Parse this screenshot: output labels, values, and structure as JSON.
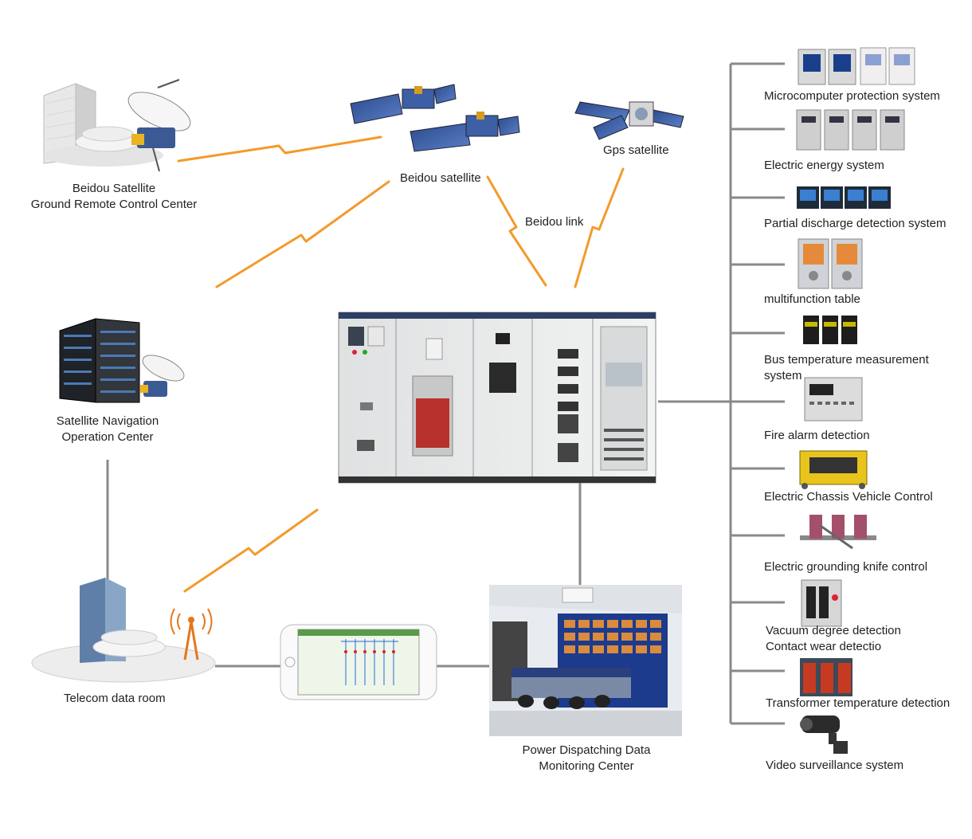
{
  "nodes": {
    "ground_center": {
      "line1": "Beidou Satellite",
      "line2": "Ground Remote Control Center"
    },
    "nav_center": {
      "line1": "Satellite Navigation",
      "line2": "Operation Center"
    },
    "telecom": {
      "label": "Telecom data room"
    },
    "beidou_satellite": {
      "label": "Beidou satellite"
    },
    "gps_satellite": {
      "label": "Gps satellite"
    },
    "beidou_link": {
      "label": "Beidou link"
    },
    "dispatch": {
      "line1": "Power Dispatching Data",
      "line2": "Monitoring Center"
    }
  },
  "systems": [
    {
      "label": "Microcomputer protection system",
      "icon": "protection-relay-icon"
    },
    {
      "label": "Electric energy system",
      "icon": "energy-meter-icon"
    },
    {
      "label": "Partial discharge detection system",
      "icon": "discharge-detector-icon"
    },
    {
      "label": "multifunction table",
      "icon": "multifunction-meter-icon"
    },
    {
      "label": "Bus temperature measurement",
      "label2": "system",
      "icon": "temperature-sensor-icon"
    },
    {
      "label": "Fire alarm detection",
      "icon": "fire-alarm-panel-icon"
    },
    {
      "label": "Electric Chassis Vehicle Control",
      "icon": "chassis-vehicle-icon"
    },
    {
      "label": "Electric grounding knife control",
      "icon": "grounding-switch-icon"
    },
    {
      "label": "Vacuum degree detection",
      "label2": "Contact wear detectio",
      "icon": "vacuum-breaker-icon"
    },
    {
      "label": "Transformer temperature detection",
      "icon": "transformer-icon"
    },
    {
      "label": "Video surveillance system",
      "icon": "cctv-camera-icon"
    }
  ],
  "colors": {
    "link": "#f39a2b",
    "wire": "#8a8a8a"
  }
}
